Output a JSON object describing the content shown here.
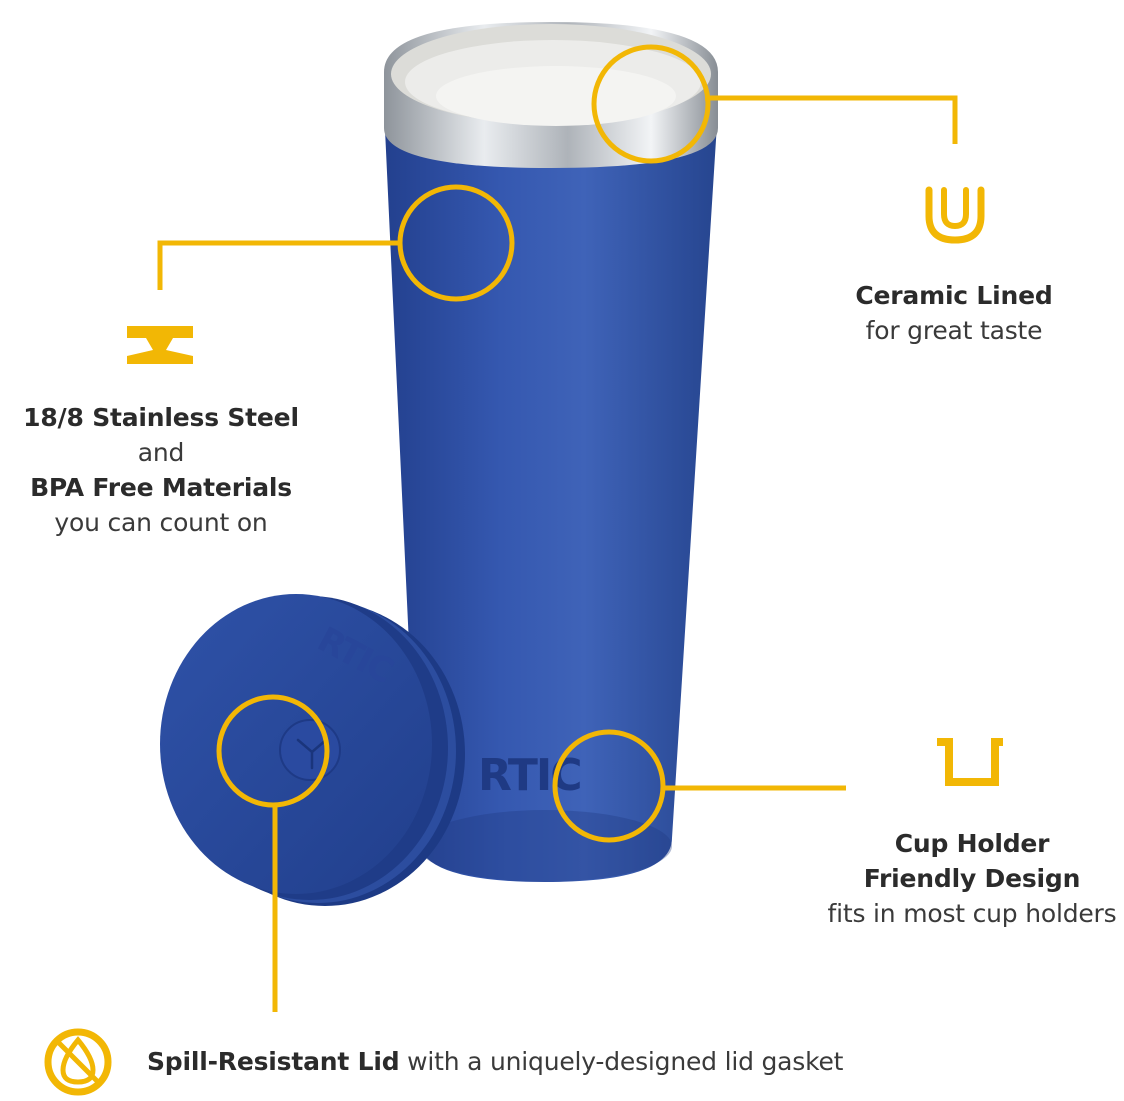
{
  "brand": {
    "logo_text": "RTIC"
  },
  "colors": {
    "accent": "#f2b705",
    "tumbler_blue": "#2e4fa3",
    "steel": "#c9cdd2",
    "text": "#2b2b2b"
  },
  "features": {
    "steel": {
      "icon": "anvil-icon",
      "line1_bold": "18/8 Stainless Steel",
      "line1_rest": " and",
      "line2_bold": "BPA Free Materials",
      "line3": "you can count on"
    },
    "ceramic": {
      "icon": "ceramic-cup-icon",
      "title": "Ceramic Lined",
      "subtitle": "for great taste"
    },
    "cup_holder": {
      "icon": "cup-holder-icon",
      "line1": "Cup Holder",
      "line2": "Friendly Design",
      "line3": "fits in most cup holders"
    },
    "lid": {
      "icon": "spill-resistant-icon",
      "bold": "Spill-Resistant Lid",
      "rest": " with a uniquely-designed lid gasket"
    }
  }
}
